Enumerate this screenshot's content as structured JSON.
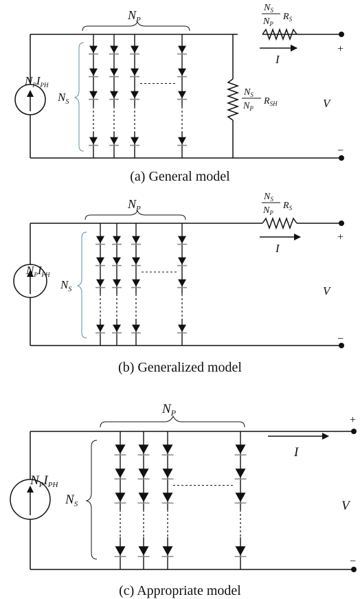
{
  "diagrams": [
    {
      "caption": "(a) General model",
      "np_label": "N",
      "np_sub": "P",
      "ns_label": "N",
      "ns_sub": "S",
      "source_label": "N",
      "source_sub1": "P",
      "source_mid": "I",
      "source_sub2": "PH",
      "rs_num": "N",
      "rs_num_sub": "S",
      "rs_den": "N",
      "rs_den_sub": "P",
      "rs_r": "R",
      "rs_r_sub": "S",
      "rsh_num": "N",
      "rsh_num_sub": "S",
      "rsh_den": "N",
      "rsh_den_sub": "P",
      "rsh_r": "R",
      "rsh_r_sub": "SH",
      "current": "I",
      "voltage": "V",
      "plus": "+",
      "minus": "−"
    },
    {
      "caption": "(b) Generalized model",
      "np_label": "N",
      "np_sub": "P",
      "ns_label": "N",
      "ns_sub": "S",
      "source_label": "N",
      "source_sub1": "P",
      "source_mid": "I",
      "source_sub2": "PH",
      "rs_num": "N",
      "rs_num_sub": "S",
      "rs_den": "N",
      "rs_den_sub": "P",
      "rs_r": "R",
      "rs_r_sub": "S",
      "current": "I",
      "voltage": "V",
      "plus": "+",
      "minus": "−"
    },
    {
      "caption": "(c) Appropriate model",
      "np_label": "N",
      "np_sub": "P",
      "ns_label": "N",
      "ns_sub": "S",
      "source_label": "N",
      "source_sub1": "P",
      "source_mid": "I",
      "source_sub2": "PH",
      "current": "I",
      "voltage": "V",
      "plus": "+",
      "minus": "−"
    }
  ]
}
